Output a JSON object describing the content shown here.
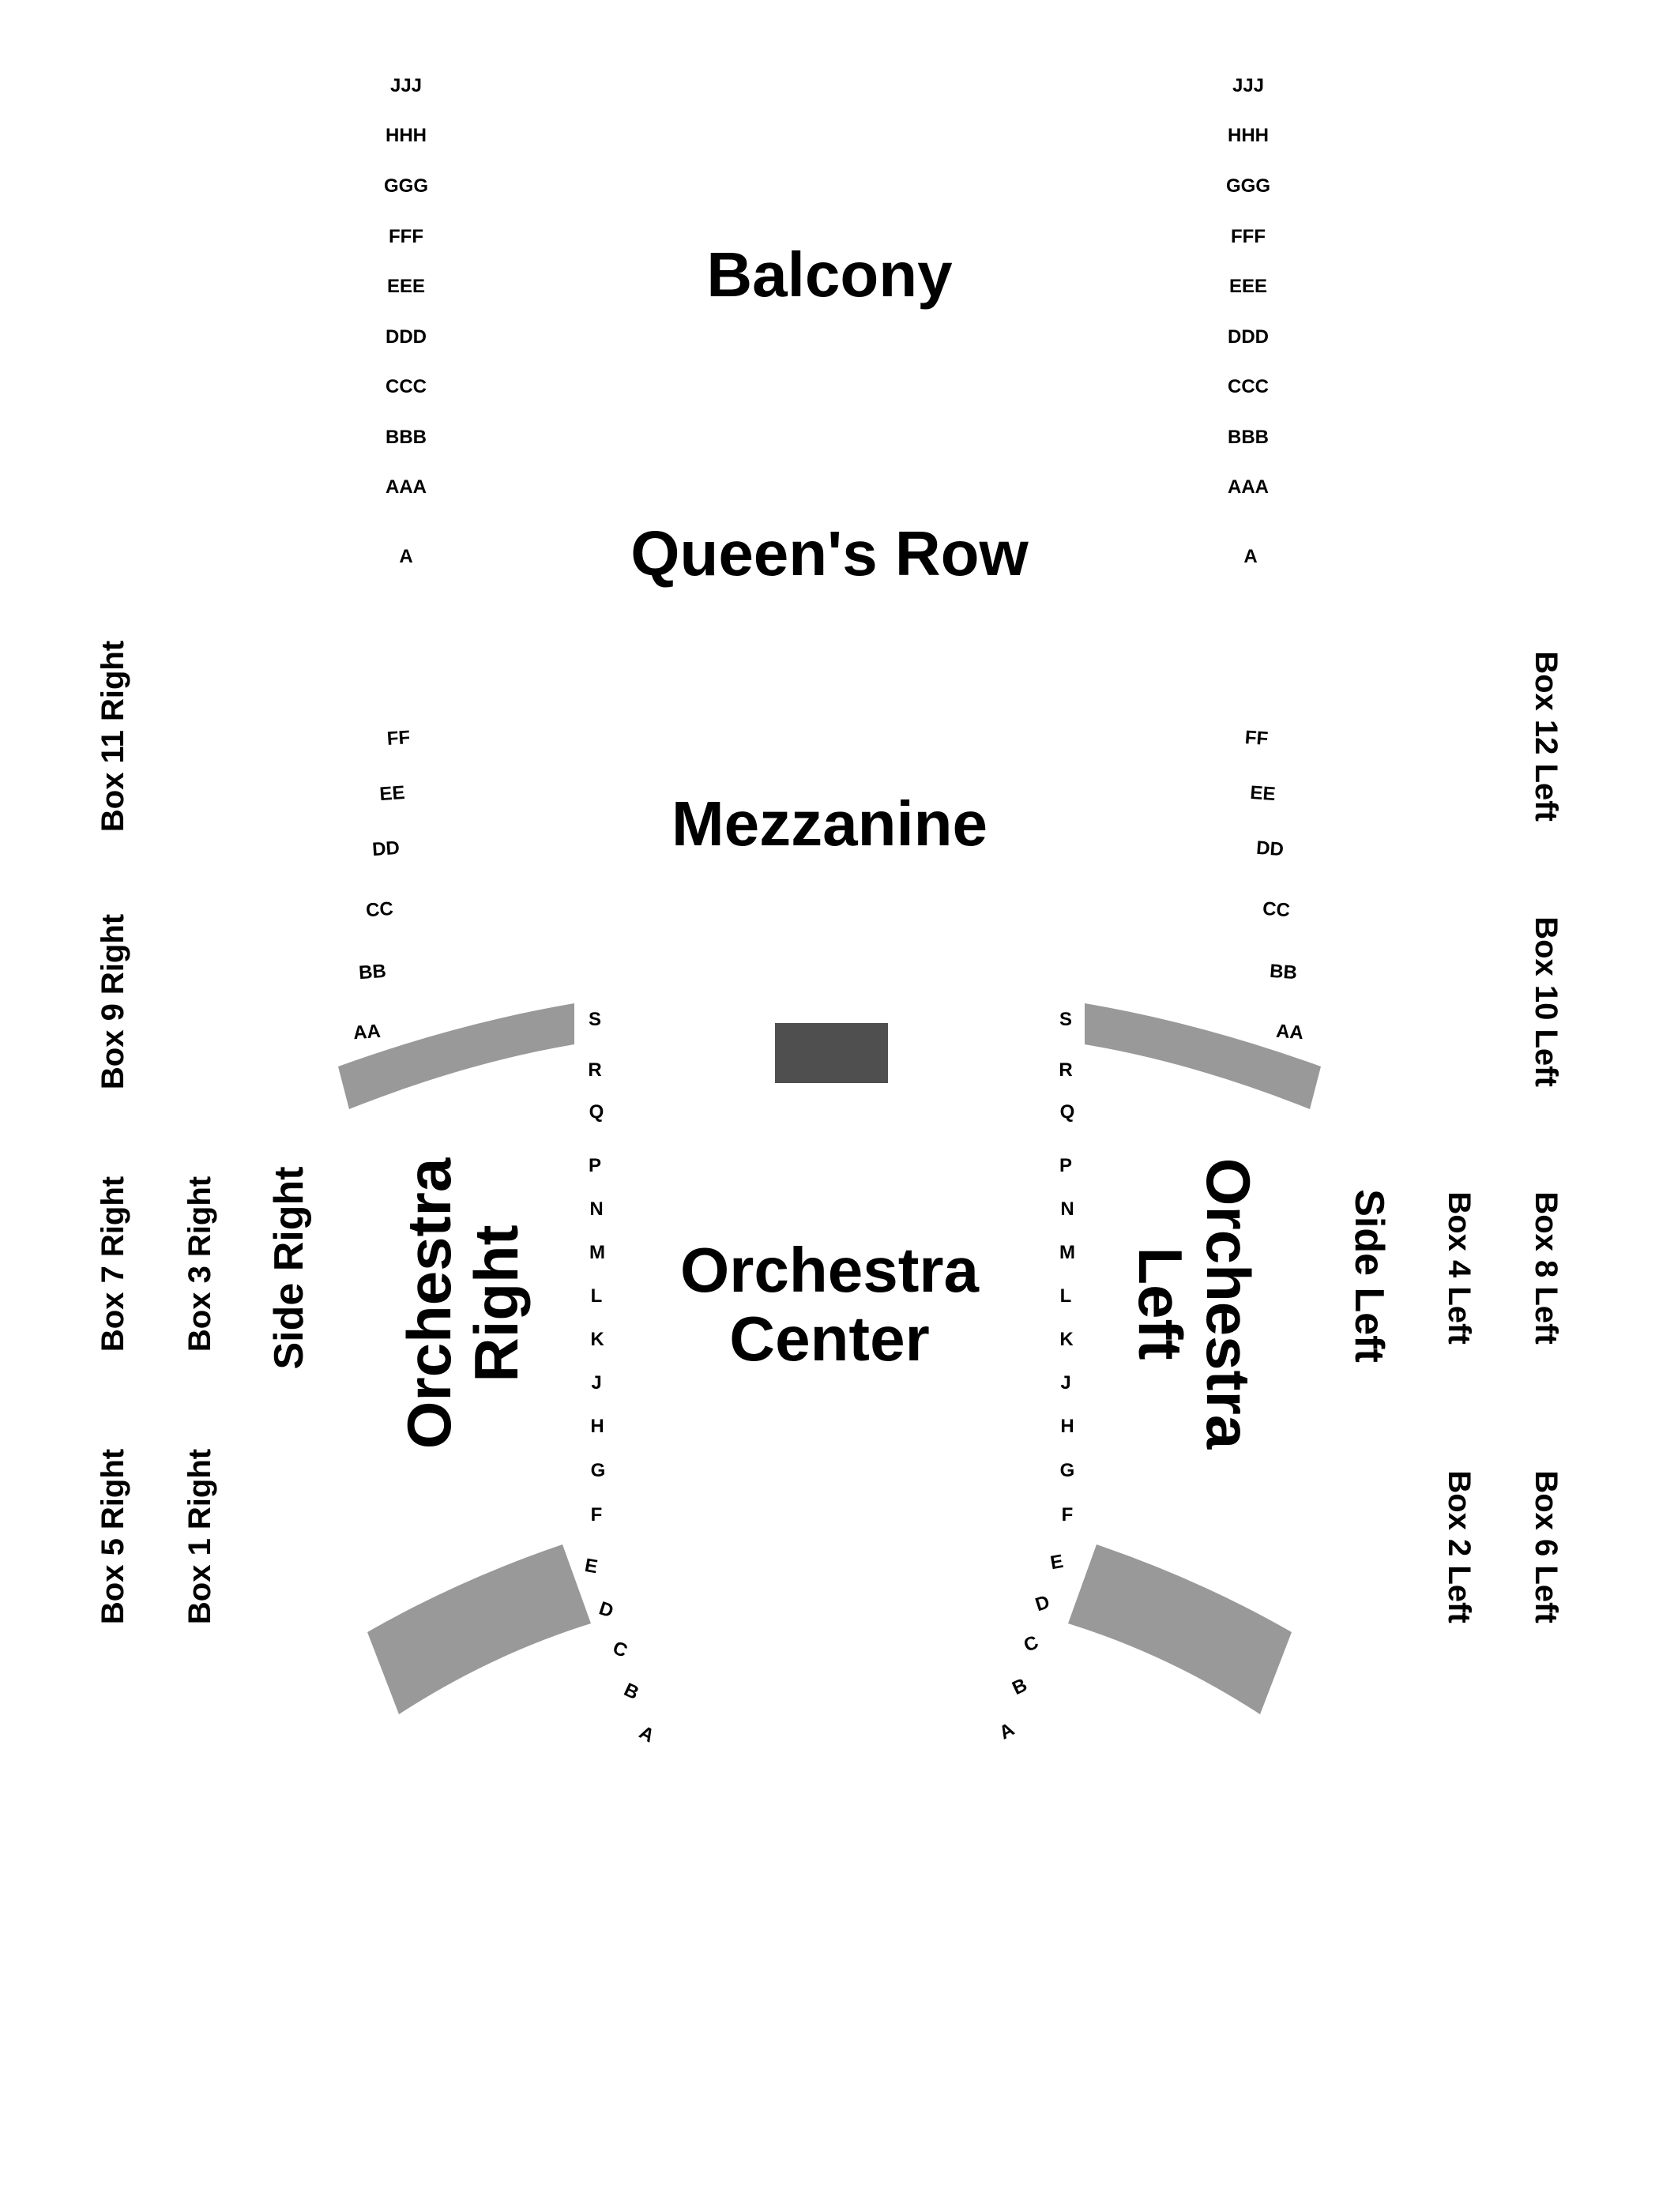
{
  "sections": {
    "balcony": "Balcony",
    "queens_row": "Queen's Row",
    "mezzanine": "Mezzanine",
    "orchestra_center_line1": "Orchestra",
    "orchestra_center_line2": "Center",
    "orchestra_right_line1": "Orchestra",
    "orchestra_right_line2": "Right",
    "orchestra_left_line1": "Orchestra",
    "orchestra_left_line2": "Left",
    "side_right": "Side Right",
    "side_left": "Side Left"
  },
  "boxes": {
    "box11": "Box 11 Right",
    "box9": "Box 9 Right",
    "box7": "Box 7 Right",
    "box5": "Box 5 Right",
    "box3": "Box 3 Right",
    "box1": "Box 1 Right",
    "box12": "Box 12 Left",
    "box10": "Box 10 Left",
    "box8": "Box 8 Left",
    "box6": "Box 6 Left",
    "box4": "Box 4 Left",
    "box2": "Box 2 Left"
  },
  "rows": {
    "balcony": [
      "JJJ",
      "HHH",
      "GGG",
      "FFF",
      "EEE",
      "DDD",
      "CCC",
      "BBB",
      "AAA"
    ],
    "queens_row": [
      "A"
    ],
    "mezzanine": [
      "FF",
      "EE",
      "DD",
      "CC",
      "BB",
      "AA"
    ],
    "orchestra": [
      "S",
      "R",
      "Q",
      "P",
      "N",
      "M",
      "L",
      "K",
      "J",
      "H",
      "G",
      "F",
      "E",
      "D",
      "C",
      "B",
      "A"
    ]
  },
  "colors": {
    "seat_section": "#999999",
    "stage_block": "#4f4f4f"
  }
}
